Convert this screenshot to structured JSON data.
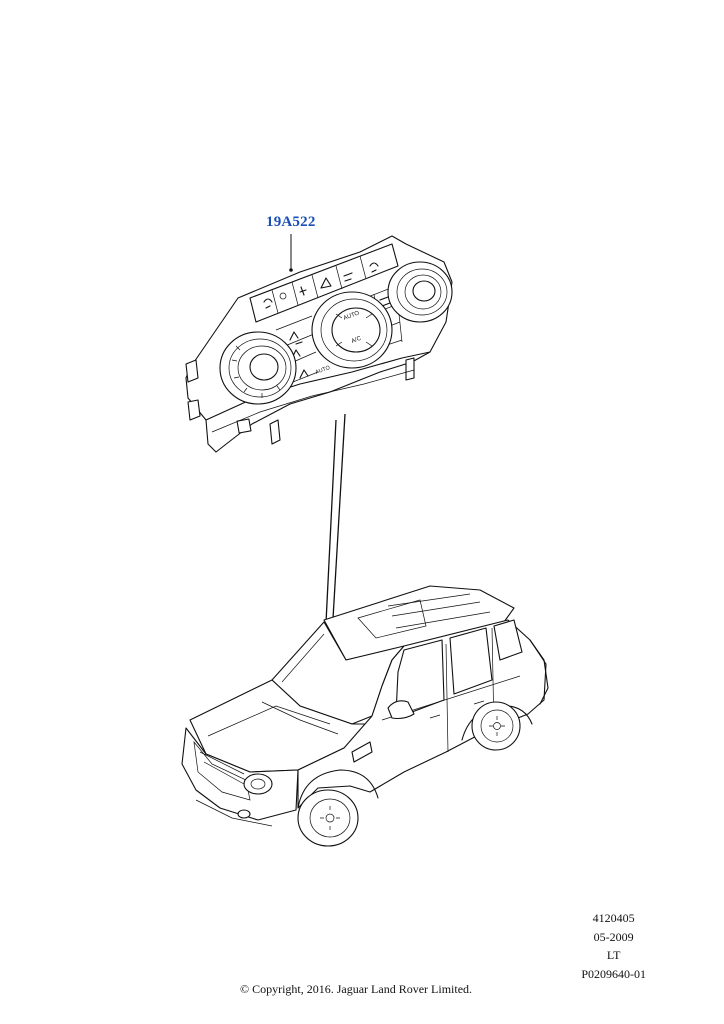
{
  "callout": {
    "part_number": "19A522"
  },
  "meta": {
    "code": "4120405",
    "date": "05-2009",
    "side": "LT",
    "ref": "P0209640-01"
  },
  "copyright": "© Copyright, 2016. Jaguar Land Rover Limited.",
  "panel_labels": {
    "auto_center": "AUTO",
    "ac": "A/C",
    "auto_left": "AUTO"
  },
  "colors": {
    "callout": "#1a4fb8",
    "line": "#111111",
    "background": "#ffffff"
  }
}
